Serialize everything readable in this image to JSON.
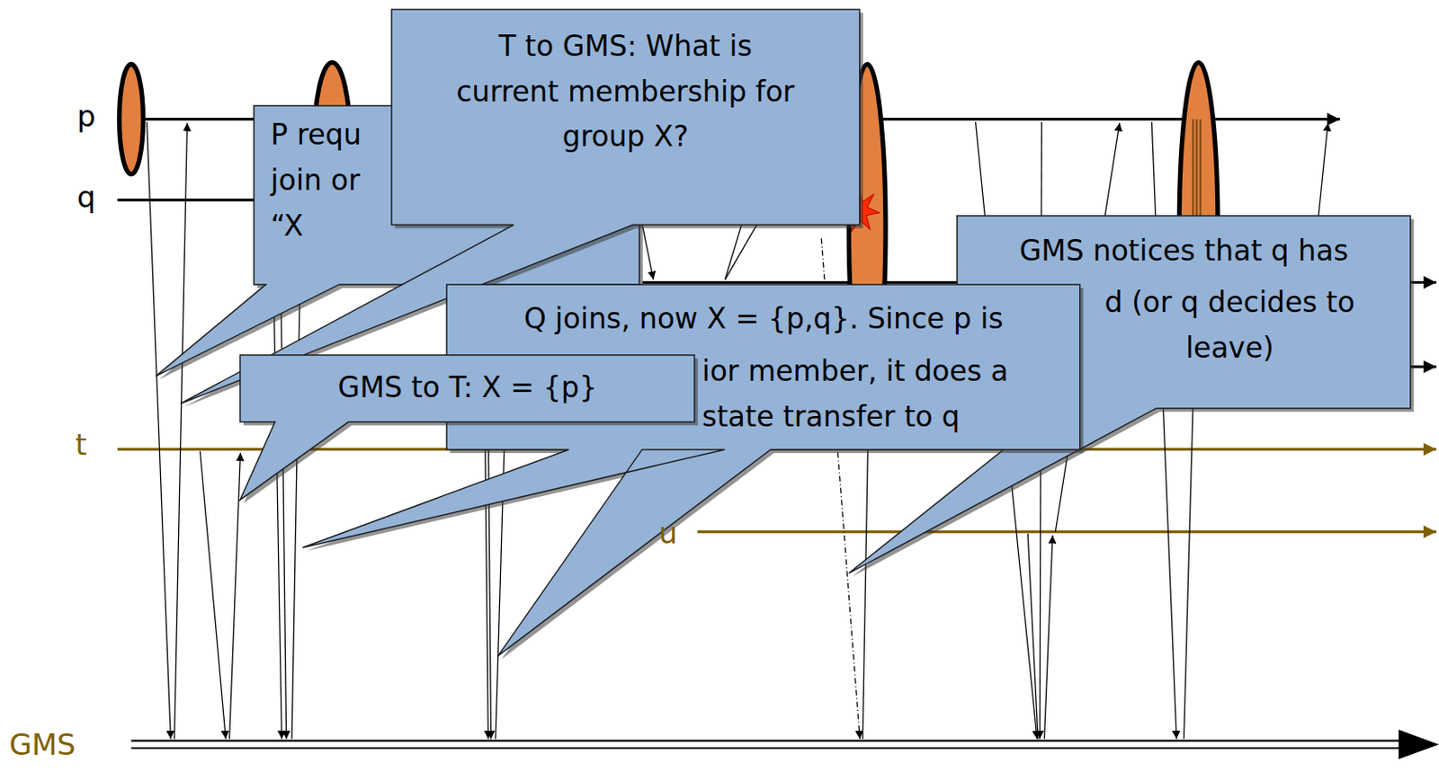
{
  "diagram": {
    "nodes": [
      {
        "text": [
          "P requ join or “X"
        ]
      },
      {
        "text": [
          "T to GMS: What is current membership for group X?"
        ]
      },
      {
        "text": [
          "GMS notices that q has",
          "d (or q decides to leave)"
        ]
      },
      {
        "text": [
          "Q joins, now X = {p,q}. Since p is",
          "ior member, it does a state transfer to q"
        ]
      },
      {
        "text": [
          "GMS to T: X = {p}"
        ]
      }
    ],
    "labels": [
      "p",
      "q",
      "t",
      "u",
      "GMS"
    ]
  }
}
